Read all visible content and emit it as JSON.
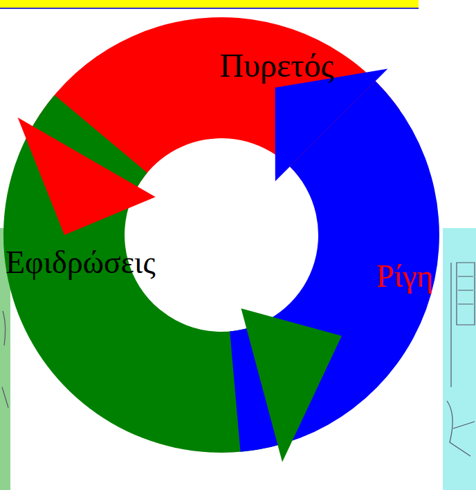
{
  "diagram": {
    "labels": [
      "Πυρετός",
      "Εφιδρώσεις",
      "Ρίγη"
    ]
  }
}
